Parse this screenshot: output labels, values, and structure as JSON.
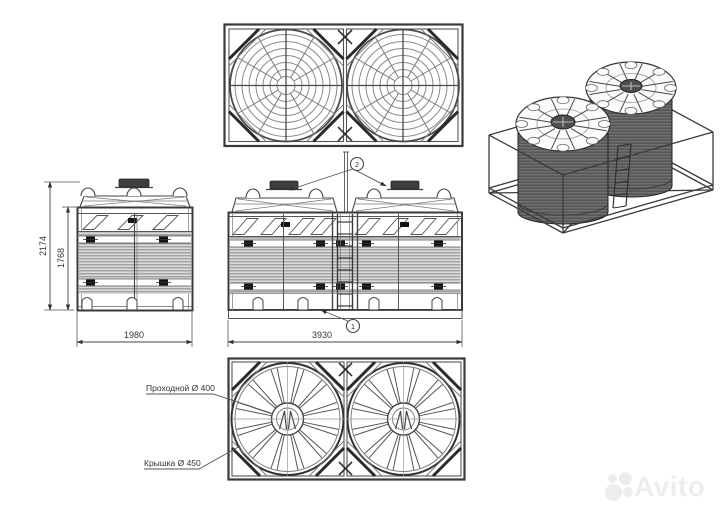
{
  "drawing": {
    "dimensions": {
      "front_total_height": "2174",
      "front_body_height": "1768",
      "front_width": "1980",
      "side_width": "3930"
    },
    "callouts": {
      "item1": "1",
      "item2": "2"
    },
    "labels": {
      "manhole": "Проходной Ø 400",
      "lid": "Крышка Ø 450"
    }
  },
  "watermark": {
    "brand": "Avito"
  },
  "colors": {
    "line": "#3a3a3a",
    "line_soft": "#8a8a8a",
    "corrugation_fill": "#dcdcdc",
    "tank_body_dark": "#565656",
    "clamp_black": "#141414",
    "watermark_gray": "#ededed",
    "background": "#ffffff"
  }
}
